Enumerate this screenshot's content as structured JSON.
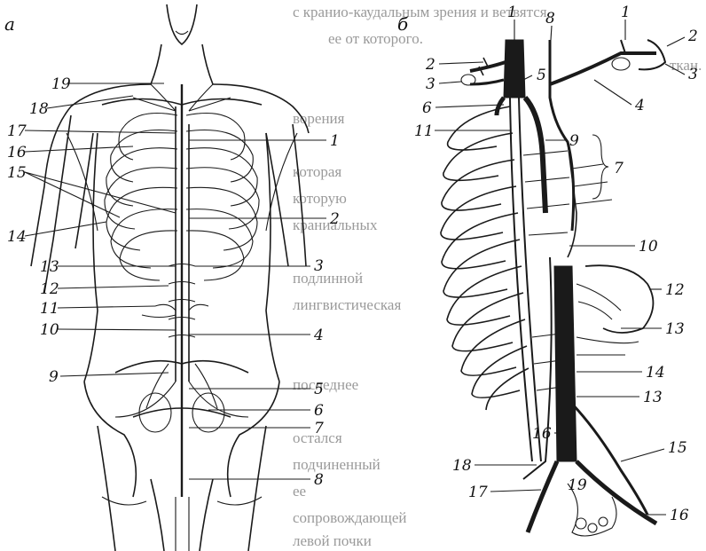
{
  "panels": {
    "a": {
      "letter": "а",
      "labels": [
        "19",
        "18",
        "17",
        "16",
        "15",
        "14",
        "13",
        "12",
        "11",
        "10",
        "9",
        "1",
        "2",
        "3",
        "4",
        "5",
        "6",
        "7",
        "8"
      ]
    },
    "b": {
      "letter": "б",
      "labels": [
        "1",
        "8",
        "1",
        "2",
        "2",
        "3",
        "3",
        "5",
        "4",
        "6",
        "11",
        "9",
        "7",
        "10",
        "12",
        "13",
        "14",
        "13",
        "16",
        "15",
        "18",
        "19",
        "17",
        "16"
      ]
    }
  },
  "background_text": [
    "с кранио-каудальным зрения и ветвятся",
    "ее от которого.",
    "ткан.",
    "ворения",
    "которая",
    "которую",
    "краниальных",
    "подлинной",
    "лингвистическая",
    "последнее",
    "остался",
    "подчиненный",
    "ее",
    "сопровождающей",
    "левой почки"
  ]
}
